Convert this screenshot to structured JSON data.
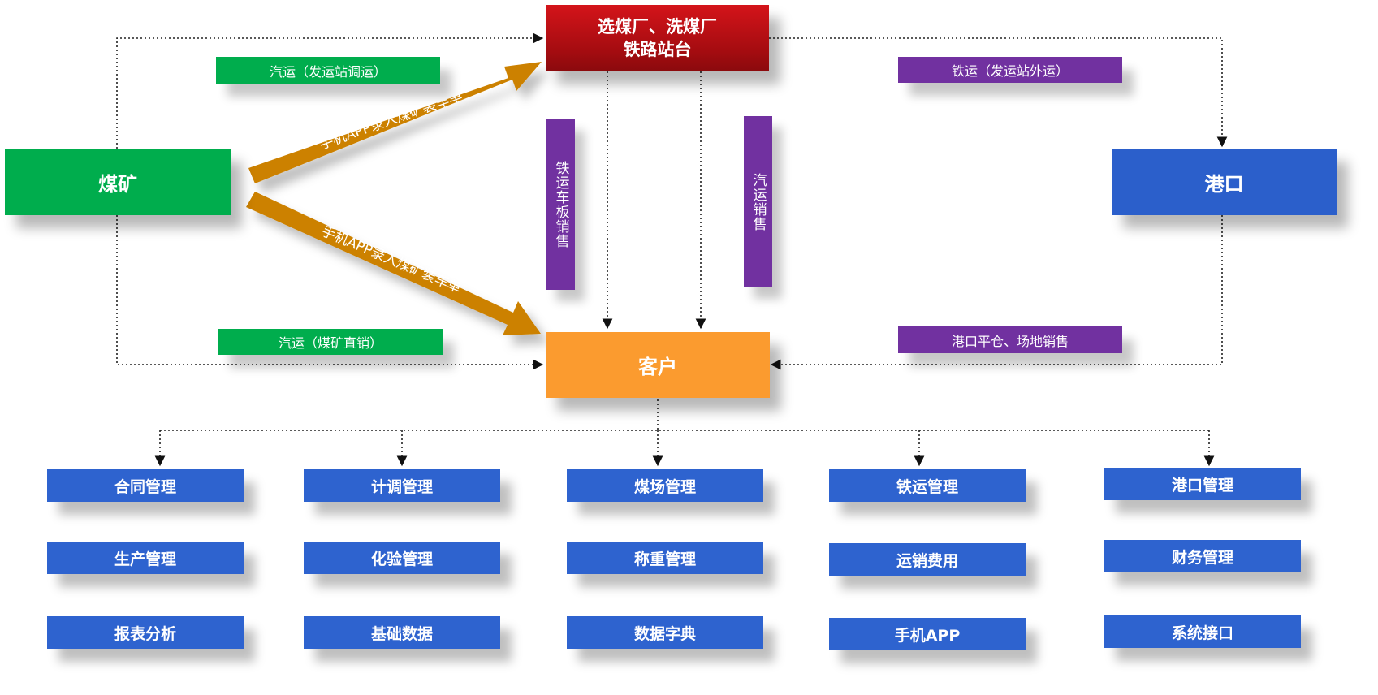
{
  "nodes": {
    "coal_mine": "煤矿",
    "plant_line1": "选煤厂、洗煤厂",
    "plant_line2": "铁路站台",
    "port": "港口",
    "customer": "客户"
  },
  "edge_labels": {
    "truck_dispatch": "汽运（发运站调运）",
    "truck_direct": "汽运（煤矿直销）",
    "rail_outbound": "铁运（发运站外运）",
    "port_sales": "港口平仓、场地销售",
    "rail_wagon_sales": "铁运车板销售",
    "truck_sales": "汽运销售",
    "app_entry_upper": "手机APP录入煤矿装车单",
    "app_entry_lower": "手机APP录入煤矿装车单"
  },
  "modules": [
    [
      "合同管理",
      "生产管理",
      "报表分析"
    ],
    [
      "计调管理",
      "化验管理",
      "基础数据"
    ],
    [
      "煤场管理",
      "称重管理",
      "数据字典"
    ],
    [
      "铁运管理",
      "运销费用",
      "手机APP"
    ],
    [
      "港口管理",
      "财务管理",
      "系统接口"
    ]
  ],
  "colors": {
    "mine": "#00ad4d",
    "plant": "#b80f14",
    "port": "#2b5fcb",
    "customer": "#fb9b2f",
    "truck_tag": "#00ad4d",
    "rail_tag": "#7131a0",
    "arrow": "#cc8100",
    "module": "#2e63cf"
  }
}
